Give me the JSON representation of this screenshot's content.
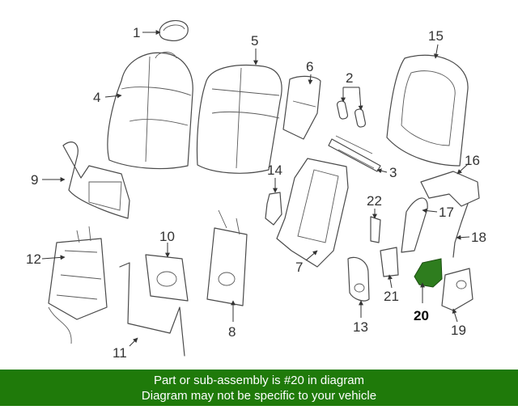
{
  "callouts": {
    "c1": "1",
    "c2": "2",
    "c3": "3",
    "c4": "4",
    "c5": "5",
    "c6": "6",
    "c7": "7",
    "c8": "8",
    "c9": "9",
    "c10": "10",
    "c11": "11",
    "c12": "12",
    "c13": "13",
    "c14": "14",
    "c15": "15",
    "c16": "16",
    "c17": "17",
    "c18": "18",
    "c19": "19",
    "c20": "20",
    "c21": "21",
    "c22": "22"
  },
  "highlight": {
    "part": "20",
    "color": "#2e7d1e"
  },
  "footer": {
    "line1": "Part or sub-assembly is #20 in diagram",
    "line2": "Diagram may not be specific to your vehicle",
    "background": "#1f7a0a"
  }
}
